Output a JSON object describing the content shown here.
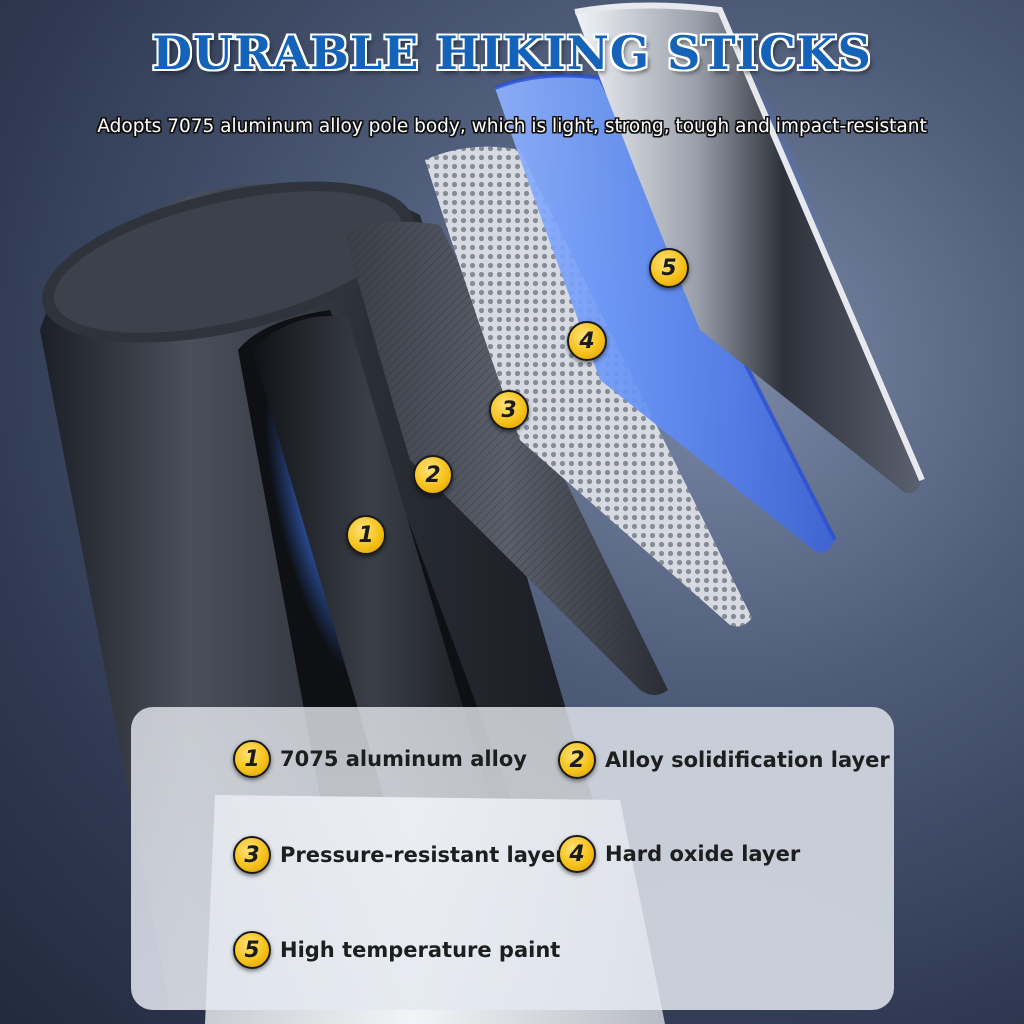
{
  "title": "DURABLE HIKING STICKS",
  "subtitle": "Adopts 7075 aluminum alloy pole body, which is light, strong, tough and impact-resistant",
  "colors": {
    "title_blue": "#1463b8",
    "badge_yellow": "#f6c21a",
    "glow_blue": "#2f6cff"
  },
  "layer_markers": [
    "1",
    "2",
    "3",
    "4",
    "5"
  ],
  "legend": [
    {
      "number": "1",
      "label": "7075 aluminum alloy"
    },
    {
      "number": "2",
      "label": "Alloy solidification layer"
    },
    {
      "number": "3",
      "label": "Pressure-resistant layer"
    },
    {
      "number": "4",
      "label": "Hard oxide layer"
    },
    {
      "number": "5",
      "label": "High temperature paint"
    }
  ]
}
